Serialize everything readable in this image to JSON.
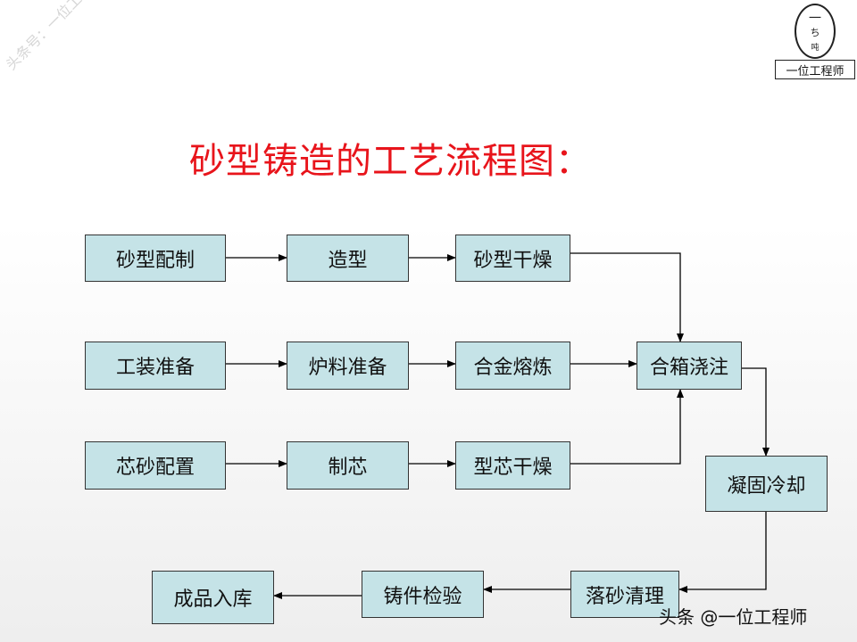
{
  "title": "砂型铸造的工艺流程图：",
  "watermark_diagonal": "头条号：一位工程师",
  "watermark_footer": "头条 @一位工程师",
  "logo": {
    "label": "一位工程师",
    "seal_chars": [
      "一",
      "ち",
      "吨"
    ]
  },
  "nodes": {
    "sand_mix": "砂型配制",
    "molding": "造型",
    "mold_dry": "砂型干燥",
    "tooling": "工装准备",
    "charge": "炉料准备",
    "alloy_melt": "合金熔炼",
    "pouring": "合箱浇注",
    "core_sand": "芯砂配置",
    "coremaking": "制芯",
    "core_dry": "型芯干燥",
    "cooling": "凝固冷却",
    "shakeout": "落砂清理",
    "inspect": "铸件检验",
    "storage": "成品入库"
  },
  "edges": [
    [
      "sand_mix",
      "molding"
    ],
    [
      "molding",
      "mold_dry"
    ],
    [
      "mold_dry",
      "pouring"
    ],
    [
      "tooling",
      "charge"
    ],
    [
      "charge",
      "alloy_melt"
    ],
    [
      "alloy_melt",
      "pouring"
    ],
    [
      "core_sand",
      "coremaking"
    ],
    [
      "coremaking",
      "core_dry"
    ],
    [
      "core_dry",
      "pouring"
    ],
    [
      "pouring",
      "cooling"
    ],
    [
      "cooling",
      "shakeout"
    ],
    [
      "shakeout",
      "inspect"
    ],
    [
      "inspect",
      "storage"
    ]
  ]
}
